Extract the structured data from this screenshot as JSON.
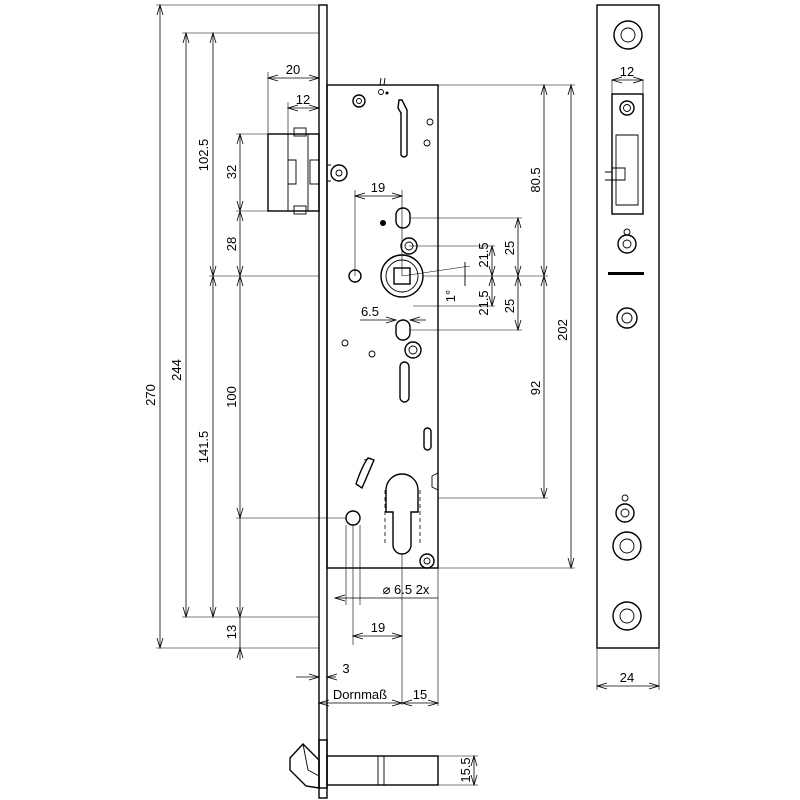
{
  "dims": {
    "d270": "270",
    "d244": "244",
    "d141_5": "141.5",
    "d102_5": "102.5",
    "d100": "100",
    "d32": "32",
    "d28": "28",
    "d13": "13",
    "d20": "20",
    "d12_top": "12",
    "d19_top": "19",
    "d21_5_a": "21.5",
    "d21_5_b": "21.5",
    "d25_a": "25",
    "d25_b": "25",
    "d6_5": "6.5",
    "d1deg": "1°",
    "d80_5": "80.5",
    "d202": "202",
    "d92": "92",
    "d_hole": "⌀ 6.5 2x",
    "d19_bottom": "19",
    "d3": "3",
    "dornmass": "Dornmaß",
    "d15": "15",
    "d12_side": "12",
    "d24": "24",
    "d15_5": "15.5"
  }
}
